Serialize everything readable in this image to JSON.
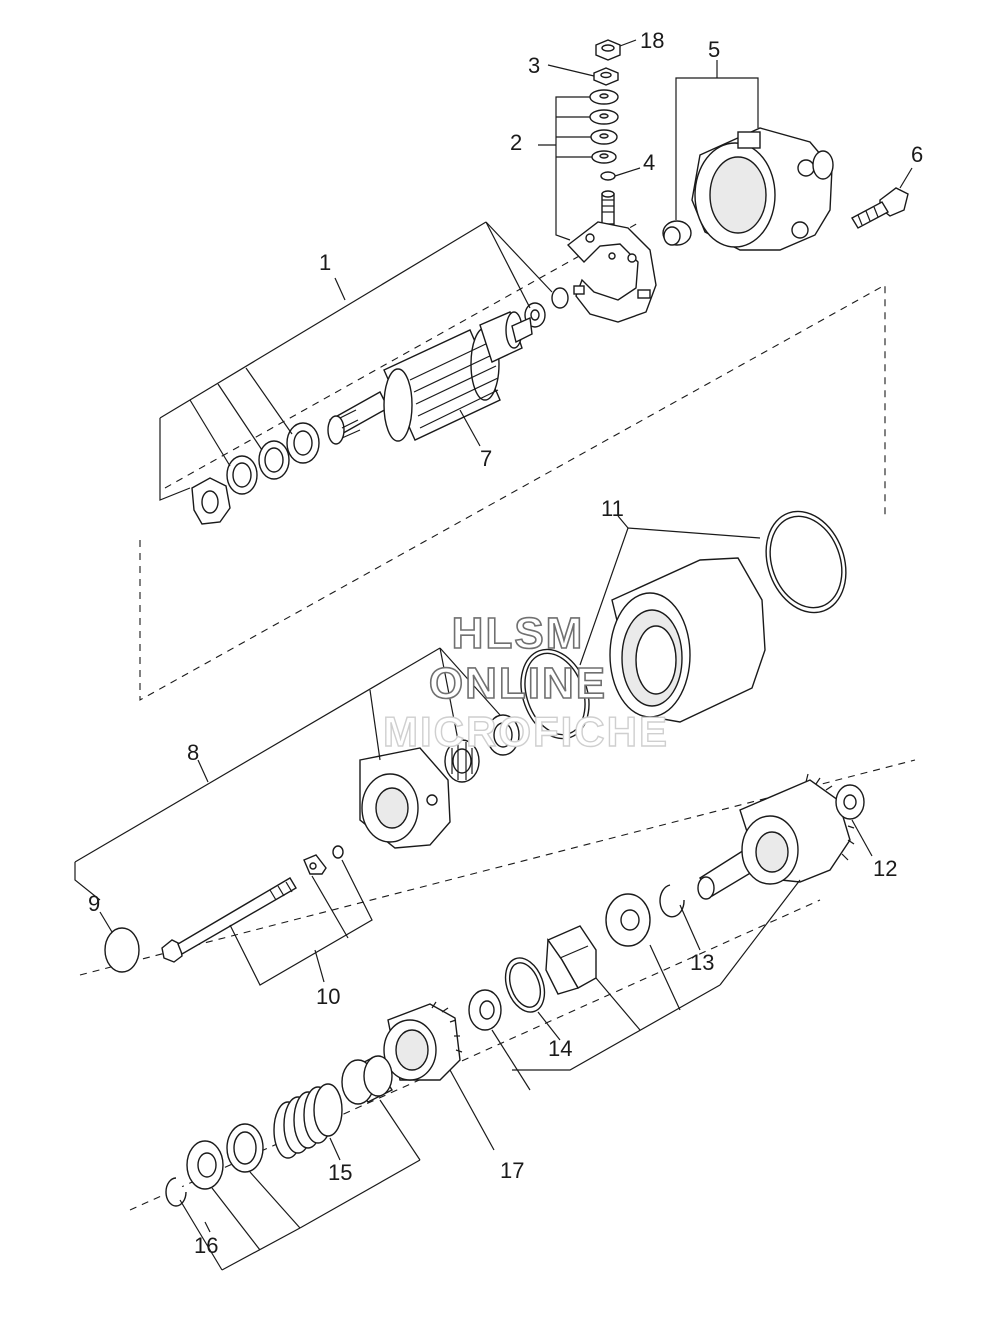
{
  "diagram": {
    "callouts": [
      "1",
      "2",
      "3",
      "4",
      "5",
      "6",
      "7",
      "8",
      "9",
      "10",
      "11",
      "12",
      "13",
      "14",
      "15",
      "16",
      "17",
      "18"
    ],
    "watermark": {
      "line1": "HLSM",
      "line2": "ONLINE",
      "line3": "MICROFICHE"
    }
  }
}
